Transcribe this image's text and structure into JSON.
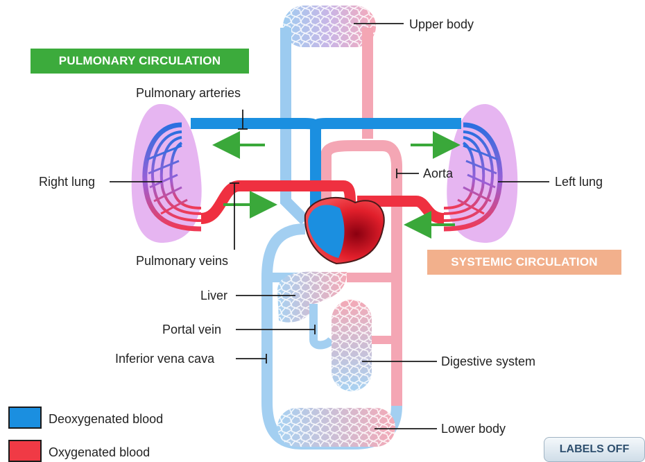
{
  "sections": {
    "pulmonary": "PULMONARY CIRCULATION",
    "systemic": "SYSTEMIC CIRCULATION"
  },
  "labels": {
    "upper_body": "Upper body",
    "pulmonary_arteries": "Pulmonary arteries",
    "right_lung": "Right lung",
    "aorta": "Aorta",
    "left_lung": "Left lung",
    "pulmonary_veins": "Pulmonary veins",
    "liver": "Liver",
    "portal_vein": "Portal vein",
    "inferior_vena_cava": "Inferior vena cava",
    "digestive_system": "Digestive system",
    "lower_body": "Lower body"
  },
  "legend": [
    {
      "label": "Deoxygenated blood",
      "color": "#1b8fe0"
    },
    {
      "label": "Oxygenated blood",
      "color": "#f03a45"
    }
  ],
  "button": {
    "label": "LABELS OFF"
  },
  "colors": {
    "pulmonary_tag": "#3cab3c",
    "systemic_tag": "#f2b08c",
    "arrow": "#3aa83a",
    "lung_bg": "#e5b3f0"
  }
}
